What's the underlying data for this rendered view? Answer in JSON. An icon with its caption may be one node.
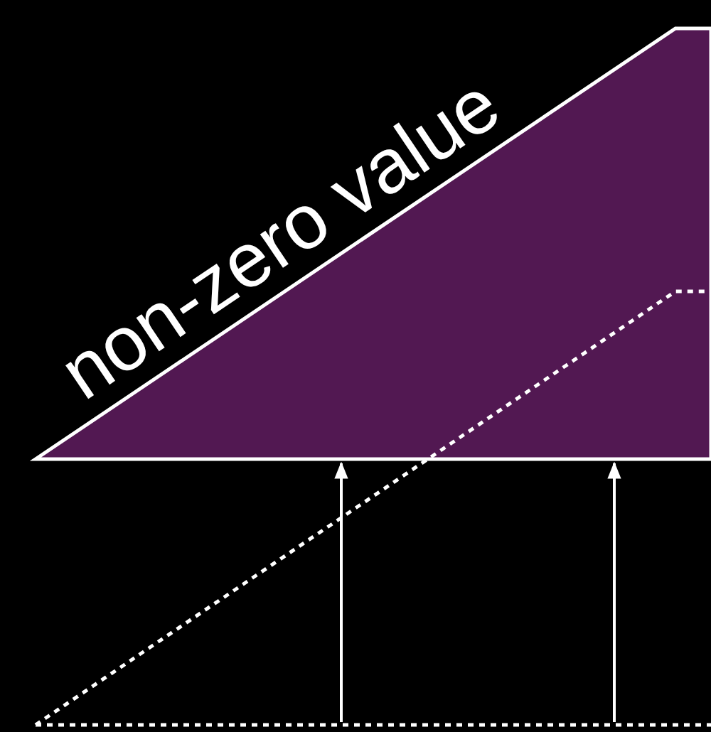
{
  "diagram": {
    "nodes": [
      {
        "text": [
          "non-zero value"
        ]
      },
      {
        "text": [],
        "shape": "box"
      }
    ],
    "edges": [
      {
        "from": 1,
        "to": 0,
        "arrow": "to"
      },
      {
        "from": 1,
        "to": 0,
        "arrow": "to"
      }
    ]
  }
}
